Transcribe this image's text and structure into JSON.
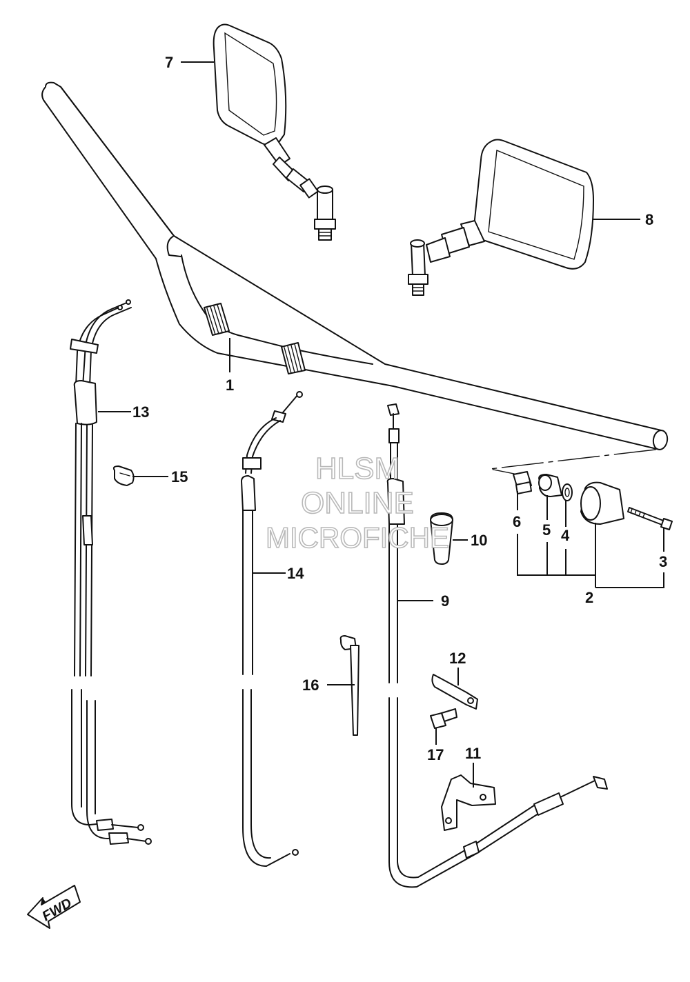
{
  "callouts": {
    "c1": "1",
    "c2": "2",
    "c3": "3",
    "c4": "4",
    "c5": "5",
    "c6": "6",
    "c7": "7",
    "c8": "8",
    "c9": "9",
    "c10": "10",
    "c11": "11",
    "c12": "12",
    "c13": "13",
    "c14": "14",
    "c15": "15",
    "c16": "16",
    "c17": "17"
  },
  "watermark": {
    "line1": "HLSM",
    "line2": "ONLINE",
    "line3": "MICROFICHE"
  },
  "direction_badge": "FWD",
  "icons": {
    "direction_arrow": "fwd-arrow-icon"
  }
}
